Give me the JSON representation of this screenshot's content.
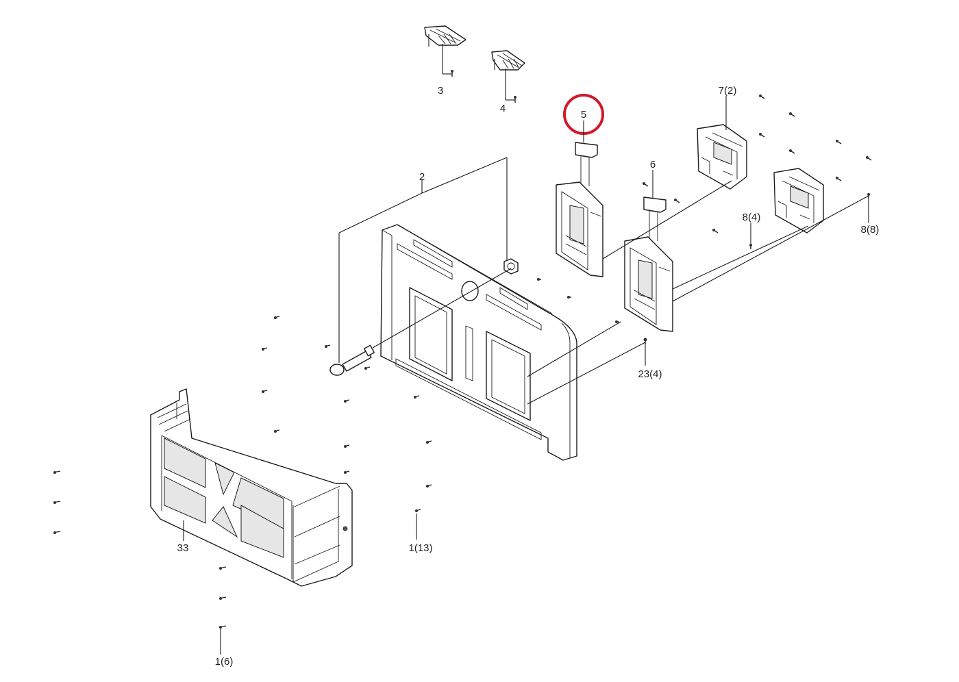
{
  "diagram": {
    "callouts": [
      {
        "id": "c3",
        "label": "3"
      },
      {
        "id": "c4",
        "label": "4"
      },
      {
        "id": "c5",
        "label": "5"
      },
      {
        "id": "c72",
        "label": "7(2)"
      },
      {
        "id": "c6",
        "label": "6"
      },
      {
        "id": "c2",
        "label": "2"
      },
      {
        "id": "c84",
        "label": "8(4)"
      },
      {
        "id": "c88",
        "label": "8(8)"
      },
      {
        "id": "c234",
        "label": "23(4)"
      },
      {
        "id": "c33",
        "label": "33"
      },
      {
        "id": "c113",
        "label": "1(13)"
      },
      {
        "id": "c16",
        "label": "1(6)"
      }
    ],
    "highlight": {
      "target": "5",
      "color": "#d0192c"
    }
  }
}
